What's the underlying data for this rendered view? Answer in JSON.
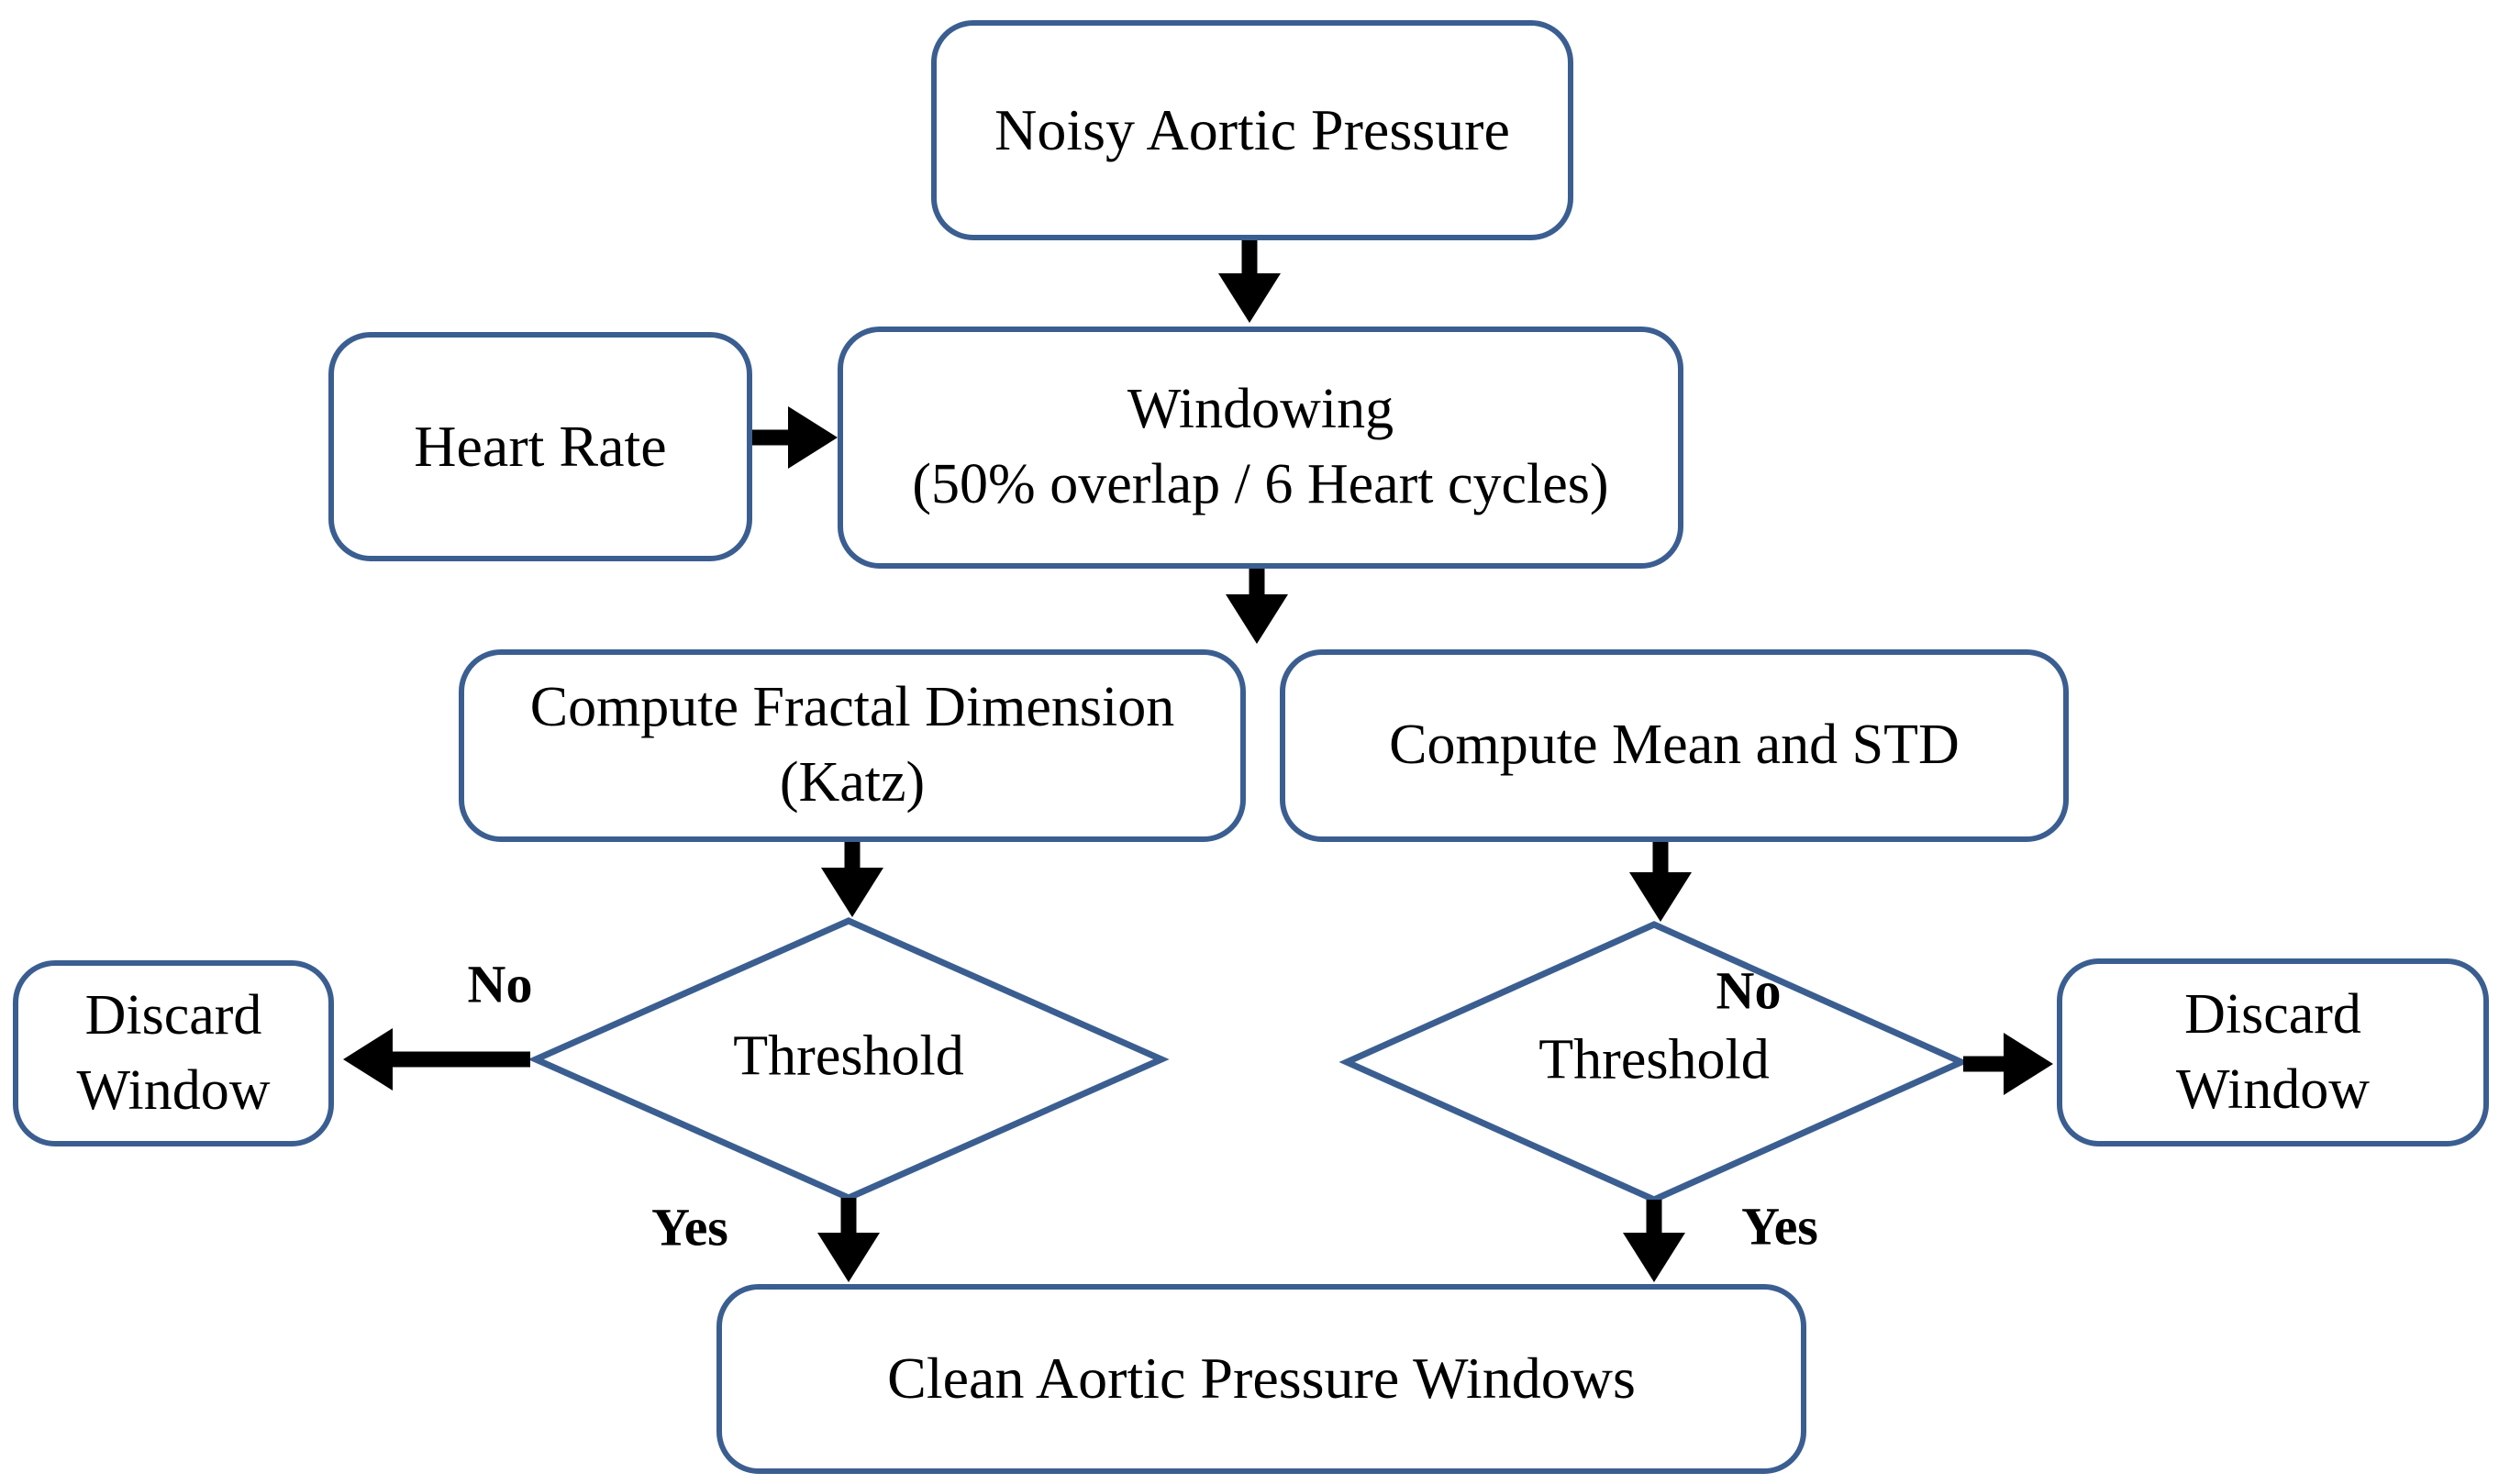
{
  "nodes": {
    "noisy": {
      "label": "Noisy Aortic Pressure"
    },
    "heart_rate": {
      "label": "Heart Rate"
    },
    "windowing": {
      "line1": "Windowing",
      "line2": "(50% overlap / 6 Heart cycles)"
    },
    "compute_fd": {
      "line1": "Compute Fractal Dimension",
      "line2": "(Katz)"
    },
    "compute_mean": {
      "label": "Compute Mean and STD"
    },
    "threshold_left": {
      "label": "Threshold"
    },
    "threshold_right": {
      "label": "Threshold"
    },
    "discard_left": {
      "line1": "Discard",
      "line2": "Window"
    },
    "discard_right": {
      "line1": "Discard",
      "line2": "Window"
    },
    "clean": {
      "label": "Clean Aortic Pressure Windows"
    }
  },
  "edge_labels": {
    "no_left": "No",
    "yes_left": "Yes",
    "no_right": "No",
    "yes_right": "Yes"
  },
  "edges": [
    {
      "from": "noisy",
      "to": "windowing",
      "label": ""
    },
    {
      "from": "heart_rate",
      "to": "windowing",
      "label": ""
    },
    {
      "from": "windowing",
      "to": "compute_fd",
      "label": ""
    },
    {
      "from": "windowing",
      "to": "compute_mean",
      "label": ""
    },
    {
      "from": "compute_fd",
      "to": "threshold_left",
      "label": ""
    },
    {
      "from": "compute_mean",
      "to": "threshold_right",
      "label": ""
    },
    {
      "from": "threshold_left",
      "to": "discard_left",
      "label": "No"
    },
    {
      "from": "threshold_left",
      "to": "clean",
      "label": "Yes"
    },
    {
      "from": "threshold_right",
      "to": "discard_right",
      "label": "No"
    },
    {
      "from": "threshold_right",
      "to": "clean",
      "label": "Yes"
    }
  ],
  "colors": {
    "node_border": "#3b5e91",
    "arrow": "#000000",
    "text": "#000000",
    "background": "#ffffff"
  }
}
